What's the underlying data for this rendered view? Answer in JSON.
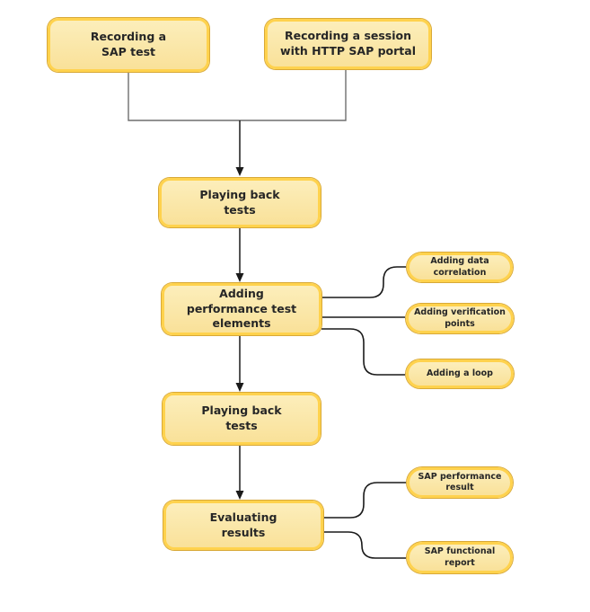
{
  "diagram": {
    "nodes": {
      "recording_sap_test": {
        "label": "Recording a\nSAP test"
      },
      "recording_session": {
        "label": "Recording a session\nwith HTTP SAP portal"
      },
      "playing_back_tests_1": {
        "label": "Playing back\ntests"
      },
      "adding_performance_elements": {
        "label": "Adding\nperformance test\nelements"
      },
      "playing_back_tests_2": {
        "label": "Playing back\ntests"
      },
      "evaluating_results": {
        "label": "Evaluating\nresults"
      }
    },
    "callouts": {
      "adding_data_correlation": {
        "label": "Adding data\ncorrelation"
      },
      "adding_verification_points": {
        "label": "Adding verification\npoints"
      },
      "adding_a_loop": {
        "label": "Adding a loop"
      },
      "sap_performance_result": {
        "label": "SAP performance\nresult"
      },
      "sap_functional_report": {
        "label": "SAP functional\nreport"
      }
    }
  },
  "colors": {
    "node_fill_top": "#FCEEBB",
    "node_fill_bottom": "#F9E199",
    "node_border": "#FFD24D",
    "node_border_edge": "#D8A938",
    "connector": "#1a1a1a",
    "merge_line": "#6e6e6e",
    "text": "#262626"
  }
}
